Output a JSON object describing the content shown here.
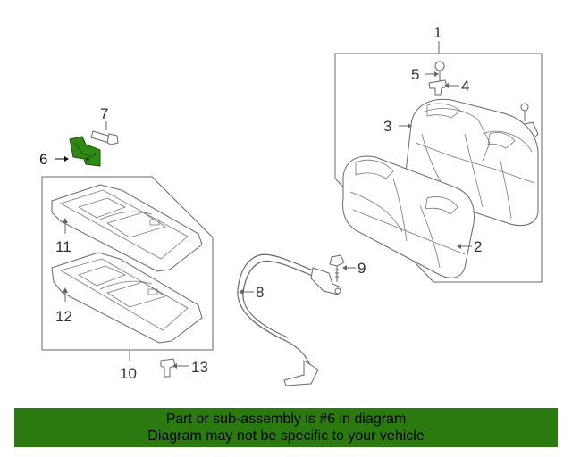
{
  "diagram": {
    "callouts": {
      "c1": "1",
      "c2": "2",
      "c3": "3",
      "c4": "4",
      "c5": "5",
      "c6": "6",
      "c7": "7",
      "c8": "8",
      "c9": "9",
      "c10": "10",
      "c11": "11",
      "c12": "12",
      "c13": "13"
    },
    "highlight_color": "#2e8b12"
  },
  "banner": {
    "line1": "Part or sub-assembly is #6 in diagram",
    "line2": "Diagram may not be specific to your vehicle",
    "background": "#2a7a0f"
  }
}
